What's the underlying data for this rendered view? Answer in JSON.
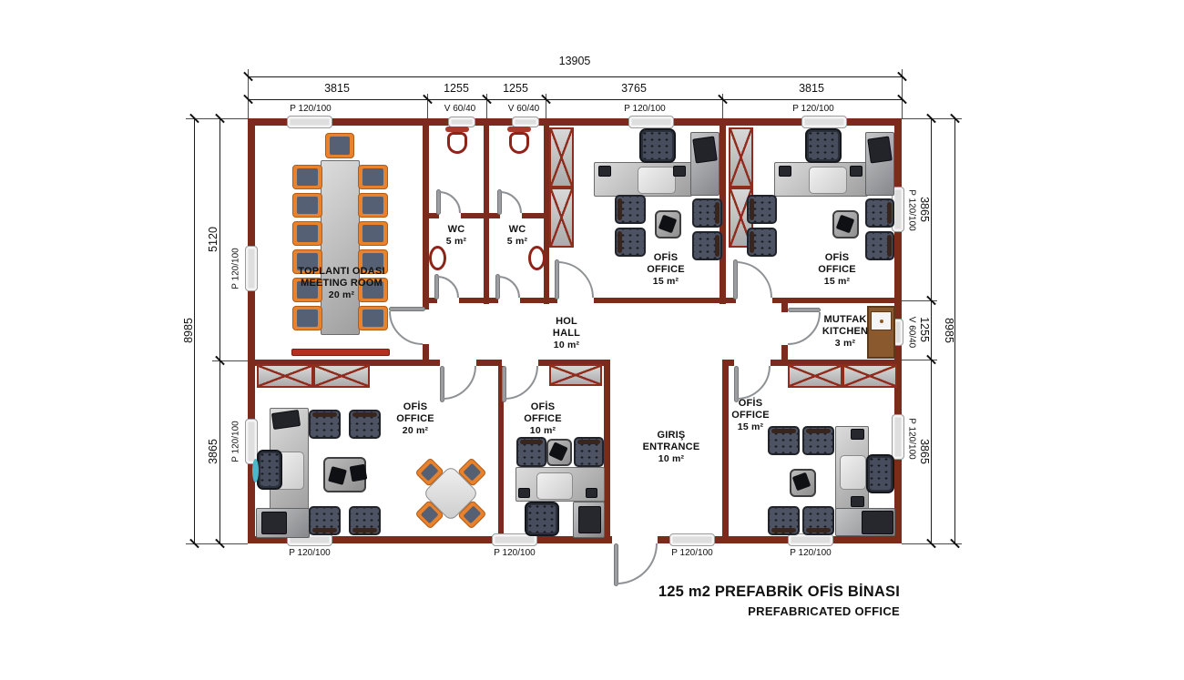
{
  "title": {
    "line1": "125 m2 PREFABRİK OFİS BİNASI",
    "line2": "PREFABRICATED OFFICE"
  },
  "dimensions": {
    "overall_width": "13905",
    "top_segments": [
      "3815",
      "1255",
      "1255",
      "3765",
      "3815"
    ],
    "left_overall": "8985",
    "left_segments": [
      "5120",
      "3865"
    ],
    "right_overall": "8985",
    "right_segments": [
      "3865",
      "1255",
      "3865"
    ]
  },
  "openings": {
    "top": [
      "P 120/100",
      "V 60/40",
      "V 60/40",
      "P 120/100",
      "P 120/100"
    ],
    "bottom": [
      "P 120/100",
      "P 120/100",
      "P 120/100",
      "P 120/100"
    ],
    "left": [
      "P 120/100",
      "P 120/100"
    ],
    "right": [
      "P 120/100",
      "V 60/40",
      "P 120/100"
    ]
  },
  "rooms": {
    "meeting": {
      "name_tr": "TOPLANTI ODASI",
      "name_en": "MEETING ROOM",
      "area": "20 m²"
    },
    "wc1": {
      "name": "WC",
      "area": "5 m²"
    },
    "wc2": {
      "name": "WC",
      "area": "5 m²"
    },
    "office_top_left": {
      "name_tr": "OFİS",
      "name_en": "OFFICE",
      "area": "15 m²"
    },
    "office_top_right": {
      "name_tr": "OFİS",
      "name_en": "OFFICE",
      "area": "15 m²"
    },
    "hall": {
      "name_tr": "HOL",
      "name_en": "HALL",
      "area": "10 m²"
    },
    "kitchen": {
      "name_tr": "MUTFAK",
      "name_en": "KITCHEN",
      "area": "3 m²"
    },
    "office_bottom_left": {
      "name_tr": "OFİS",
      "name_en": "OFFICE",
      "area": "20 m²"
    },
    "office_bottom_mid": {
      "name_tr": "OFİS",
      "name_en": "OFFICE",
      "area": "10 m²"
    },
    "entrance": {
      "name_tr": "GIRIŞ",
      "name_en": "ENTRANCE",
      "area": "10 m²"
    },
    "office_bottom_right": {
      "name_tr": "OFİS",
      "name_en": "OFFICE",
      "area": "15 m²"
    }
  },
  "colors": {
    "wall": "#7b2a1c",
    "chair_orange": "#e8822c",
    "chair_dark": "#4d5363",
    "door_gray": "#8f9294",
    "accent_red": "#b5301f",
    "counter_brown": "#8a5a2e",
    "teal_accent": "#49b8c8"
  }
}
